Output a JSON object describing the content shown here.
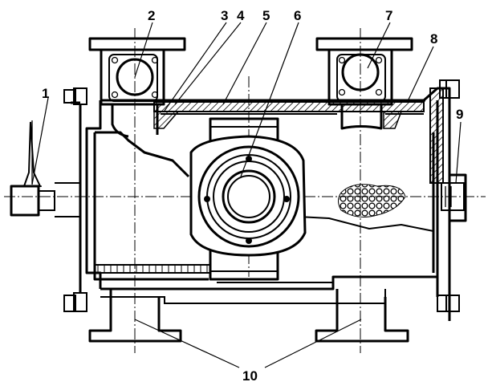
{
  "figure": {
    "callouts": [
      {
        "id": "1",
        "label": "1"
      },
      {
        "id": "2",
        "label": "2"
      },
      {
        "id": "3",
        "label": "3"
      },
      {
        "id": "4",
        "label": "4"
      },
      {
        "id": "5",
        "label": "5"
      },
      {
        "id": "6",
        "label": "6"
      },
      {
        "id": "7",
        "label": "7"
      },
      {
        "id": "8",
        "label": "8"
      },
      {
        "id": "9",
        "label": "9"
      },
      {
        "id": "10",
        "label": "10"
      }
    ],
    "colors": {
      "ink": "#000000",
      "paper": "#ffffff"
    }
  }
}
